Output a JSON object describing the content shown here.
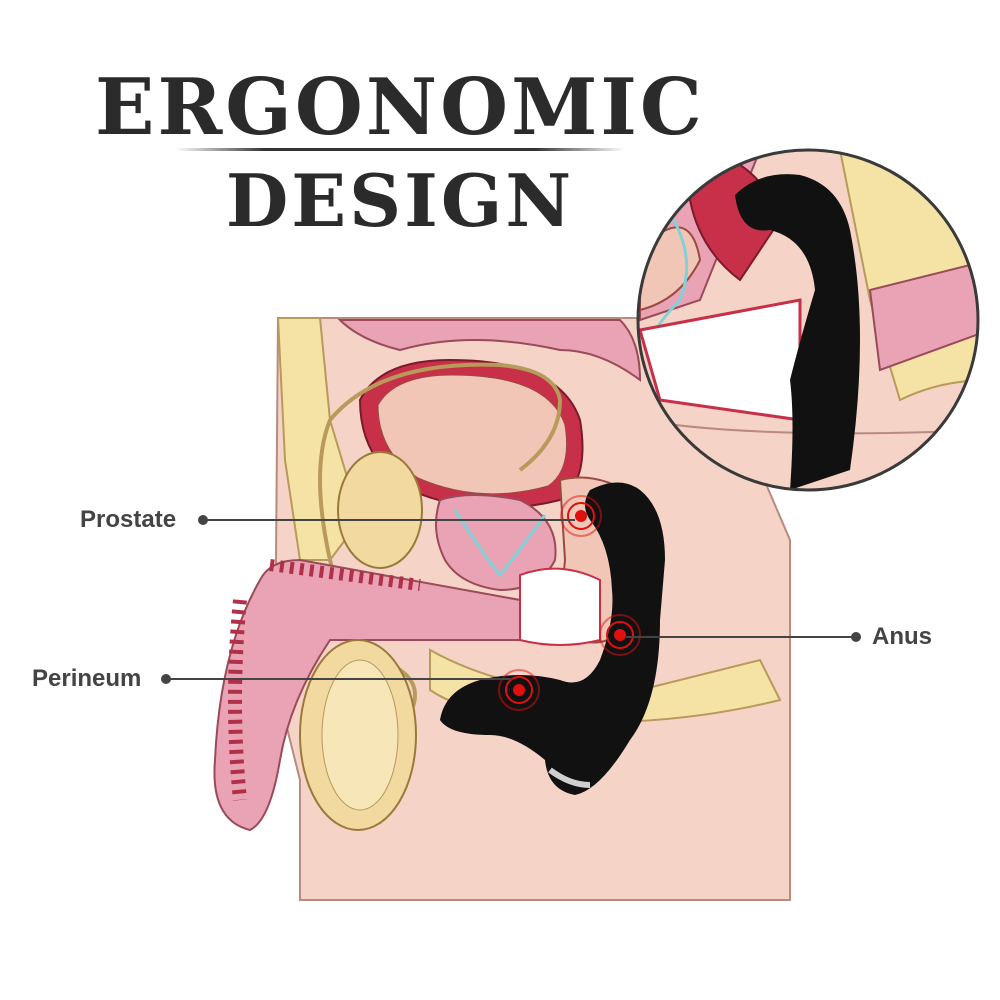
{
  "header": {
    "title_line1": "ERGONOMIC",
    "title_line2": "DESIGN"
  },
  "labels": {
    "prostate": "Prostate",
    "perineum": "Perineum",
    "anus": "Anus"
  },
  "colors": {
    "title": "#2b2b2b",
    "skin": "#f6d3c7",
    "tissue_pink": "#e9a3b4",
    "deep_red": "#c8304a",
    "fat_yellow": "#f5e3a6",
    "device_black": "#111111",
    "hotspot_red": "#e01010",
    "inner_tube": "#7fd2d8"
  }
}
